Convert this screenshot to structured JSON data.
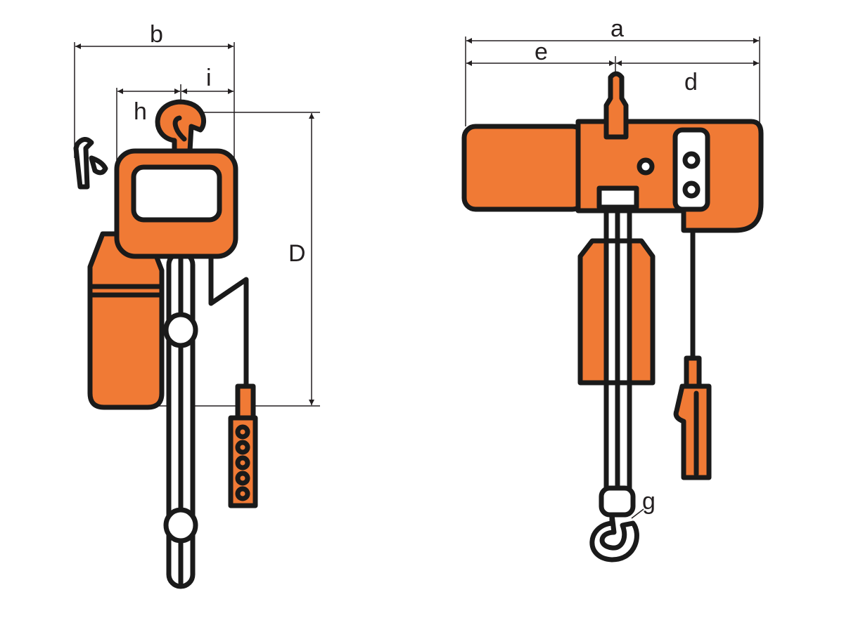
{
  "colors": {
    "body": "#f07a35",
    "outline": "#1a1a1a",
    "background": "#ffffff"
  },
  "side_view": {
    "dimension_labels": {
      "b": "b",
      "h": "h",
      "i": "i",
      "D": "D"
    }
  },
  "front_view": {
    "dimension_labels": {
      "a": "a",
      "e": "e",
      "d": "d",
      "g": "g"
    }
  }
}
